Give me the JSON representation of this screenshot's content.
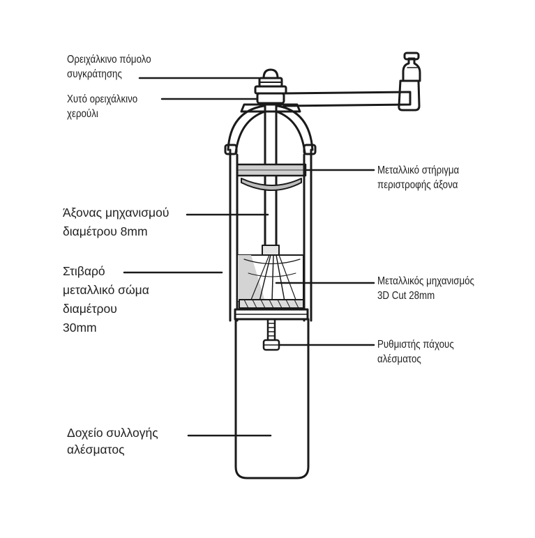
{
  "labels": {
    "brass_knob": [
      "Ορειχάλκινο πόμολο",
      "συγκράτησης"
    ],
    "cast_brass_handle": [
      "Χυτό ορειχάλκινο",
      "χερούλι"
    ],
    "shaft_support": [
      "Μεταλλικό στήριγμα",
      "περιστροφής άξονα"
    ],
    "shaft": [
      "Άξονας μηχανισμού",
      "διαμέτρου 8mm"
    ],
    "body": [
      "Στιβαρό",
      "μεταλλικό σώμα",
      "διαμέτρου",
      "30mm"
    ],
    "mechanism": [
      "Μεταλλικός μηχανισμός",
      "3D Cut  28mm"
    ],
    "coarseness_adjuster": [
      "Ρυθμιστής πάχους",
      "αλέσματος"
    ],
    "collector": [
      "Δοχείο συλλογής",
      "αλέσματος"
    ]
  },
  "colors": {
    "ink": "#1a1a1a",
    "label": "#222222",
    "background": "#ffffff"
  }
}
